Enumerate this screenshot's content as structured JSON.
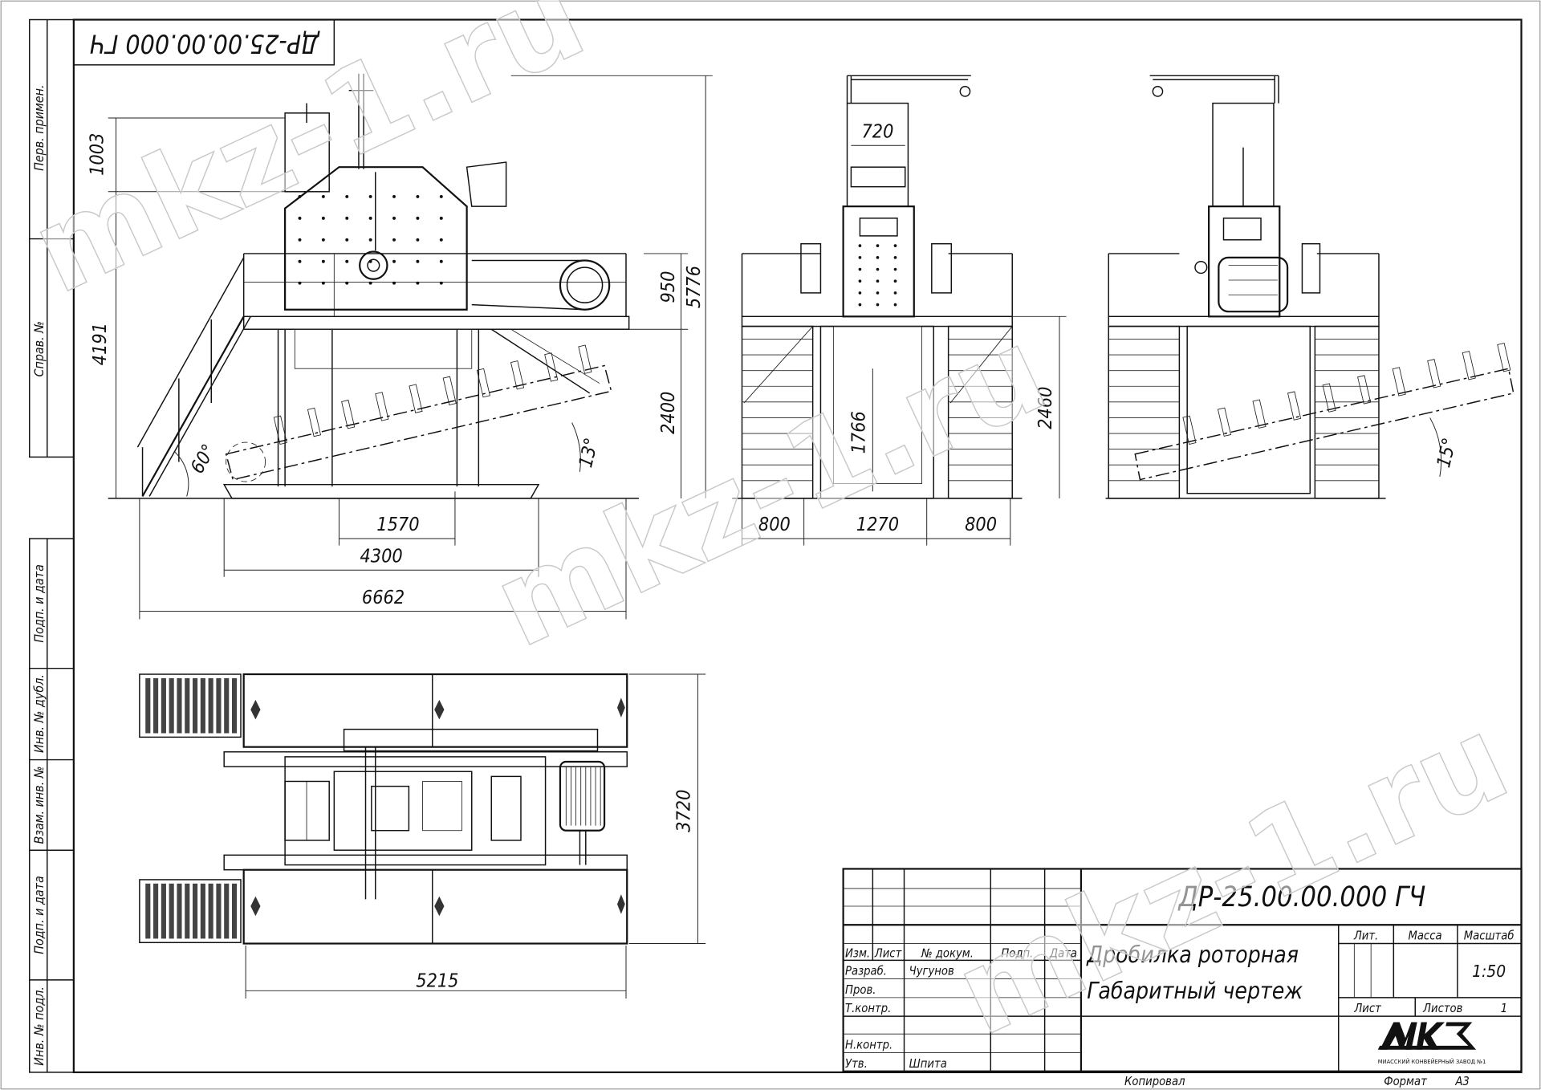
{
  "drawing": {
    "code": "ДР-25.00.00.000 ГЧ",
    "code_rotated": "ДР-25.00.00.000 ГЧ",
    "title_line1": "Дробилка роторная",
    "title_line2": "Габаритный чертеж",
    "scale": "1:50",
    "sheets_count": "1",
    "format": "А3"
  },
  "dimensions": {
    "side": {
      "d1003": "1003",
      "d4191": "4191",
      "d950": "950",
      "d5776": "5776",
      "d2400": "2400",
      "angle_conveyor": "13°",
      "angle_stair": "60°",
      "d1570": "1570",
      "d4300": "4300",
      "d6662": "6662"
    },
    "front": {
      "d720": "720",
      "d1766": "1766",
      "d2460": "2460",
      "d800_left": "800",
      "d1270": "1270",
      "d800_right": "800"
    },
    "rear": {
      "angle_conveyor": "15°"
    },
    "plan": {
      "d3720": "3720",
      "d5215": "5215"
    }
  },
  "side_stamps": [
    {
      "label": "Перв. примен."
    },
    {
      "label": "Справ. №"
    },
    {
      "label": "Подп. и дата"
    },
    {
      "label": "Инв. № дубл."
    },
    {
      "label": "Взам. инв. №"
    },
    {
      "label": "Подп. и дата"
    },
    {
      "label": "Инв. № подл."
    }
  ],
  "title_block": {
    "headers": {
      "izm": "Изм.",
      "list": "Лист",
      "doc_no": "№ докум.",
      "sign": "Подп.",
      "date": "Дата"
    },
    "roles": [
      {
        "role": "Разраб.",
        "name": "Чугунов"
      },
      {
        "role": "Пров.",
        "name": ""
      },
      {
        "role": "Т.контр.",
        "name": ""
      },
      {
        "role": "Н.контр.",
        "name": ""
      },
      {
        "role": "Утв.",
        "name": "Шпита"
      }
    ],
    "lit_label": "Лит.",
    "mass_label": "Масса",
    "scale_label": "Масштаб",
    "sheet_label": "Лист",
    "sheets_label": "Листов",
    "copied_label": "Копировал",
    "format_label": "Формат",
    "logo": {
      "mark": "МКЗ",
      "caption": "МИАССКИЙ КОНВЕЙЕРНЫЙ ЗАВОД №1"
    }
  },
  "watermark": "mkz-1.ru"
}
